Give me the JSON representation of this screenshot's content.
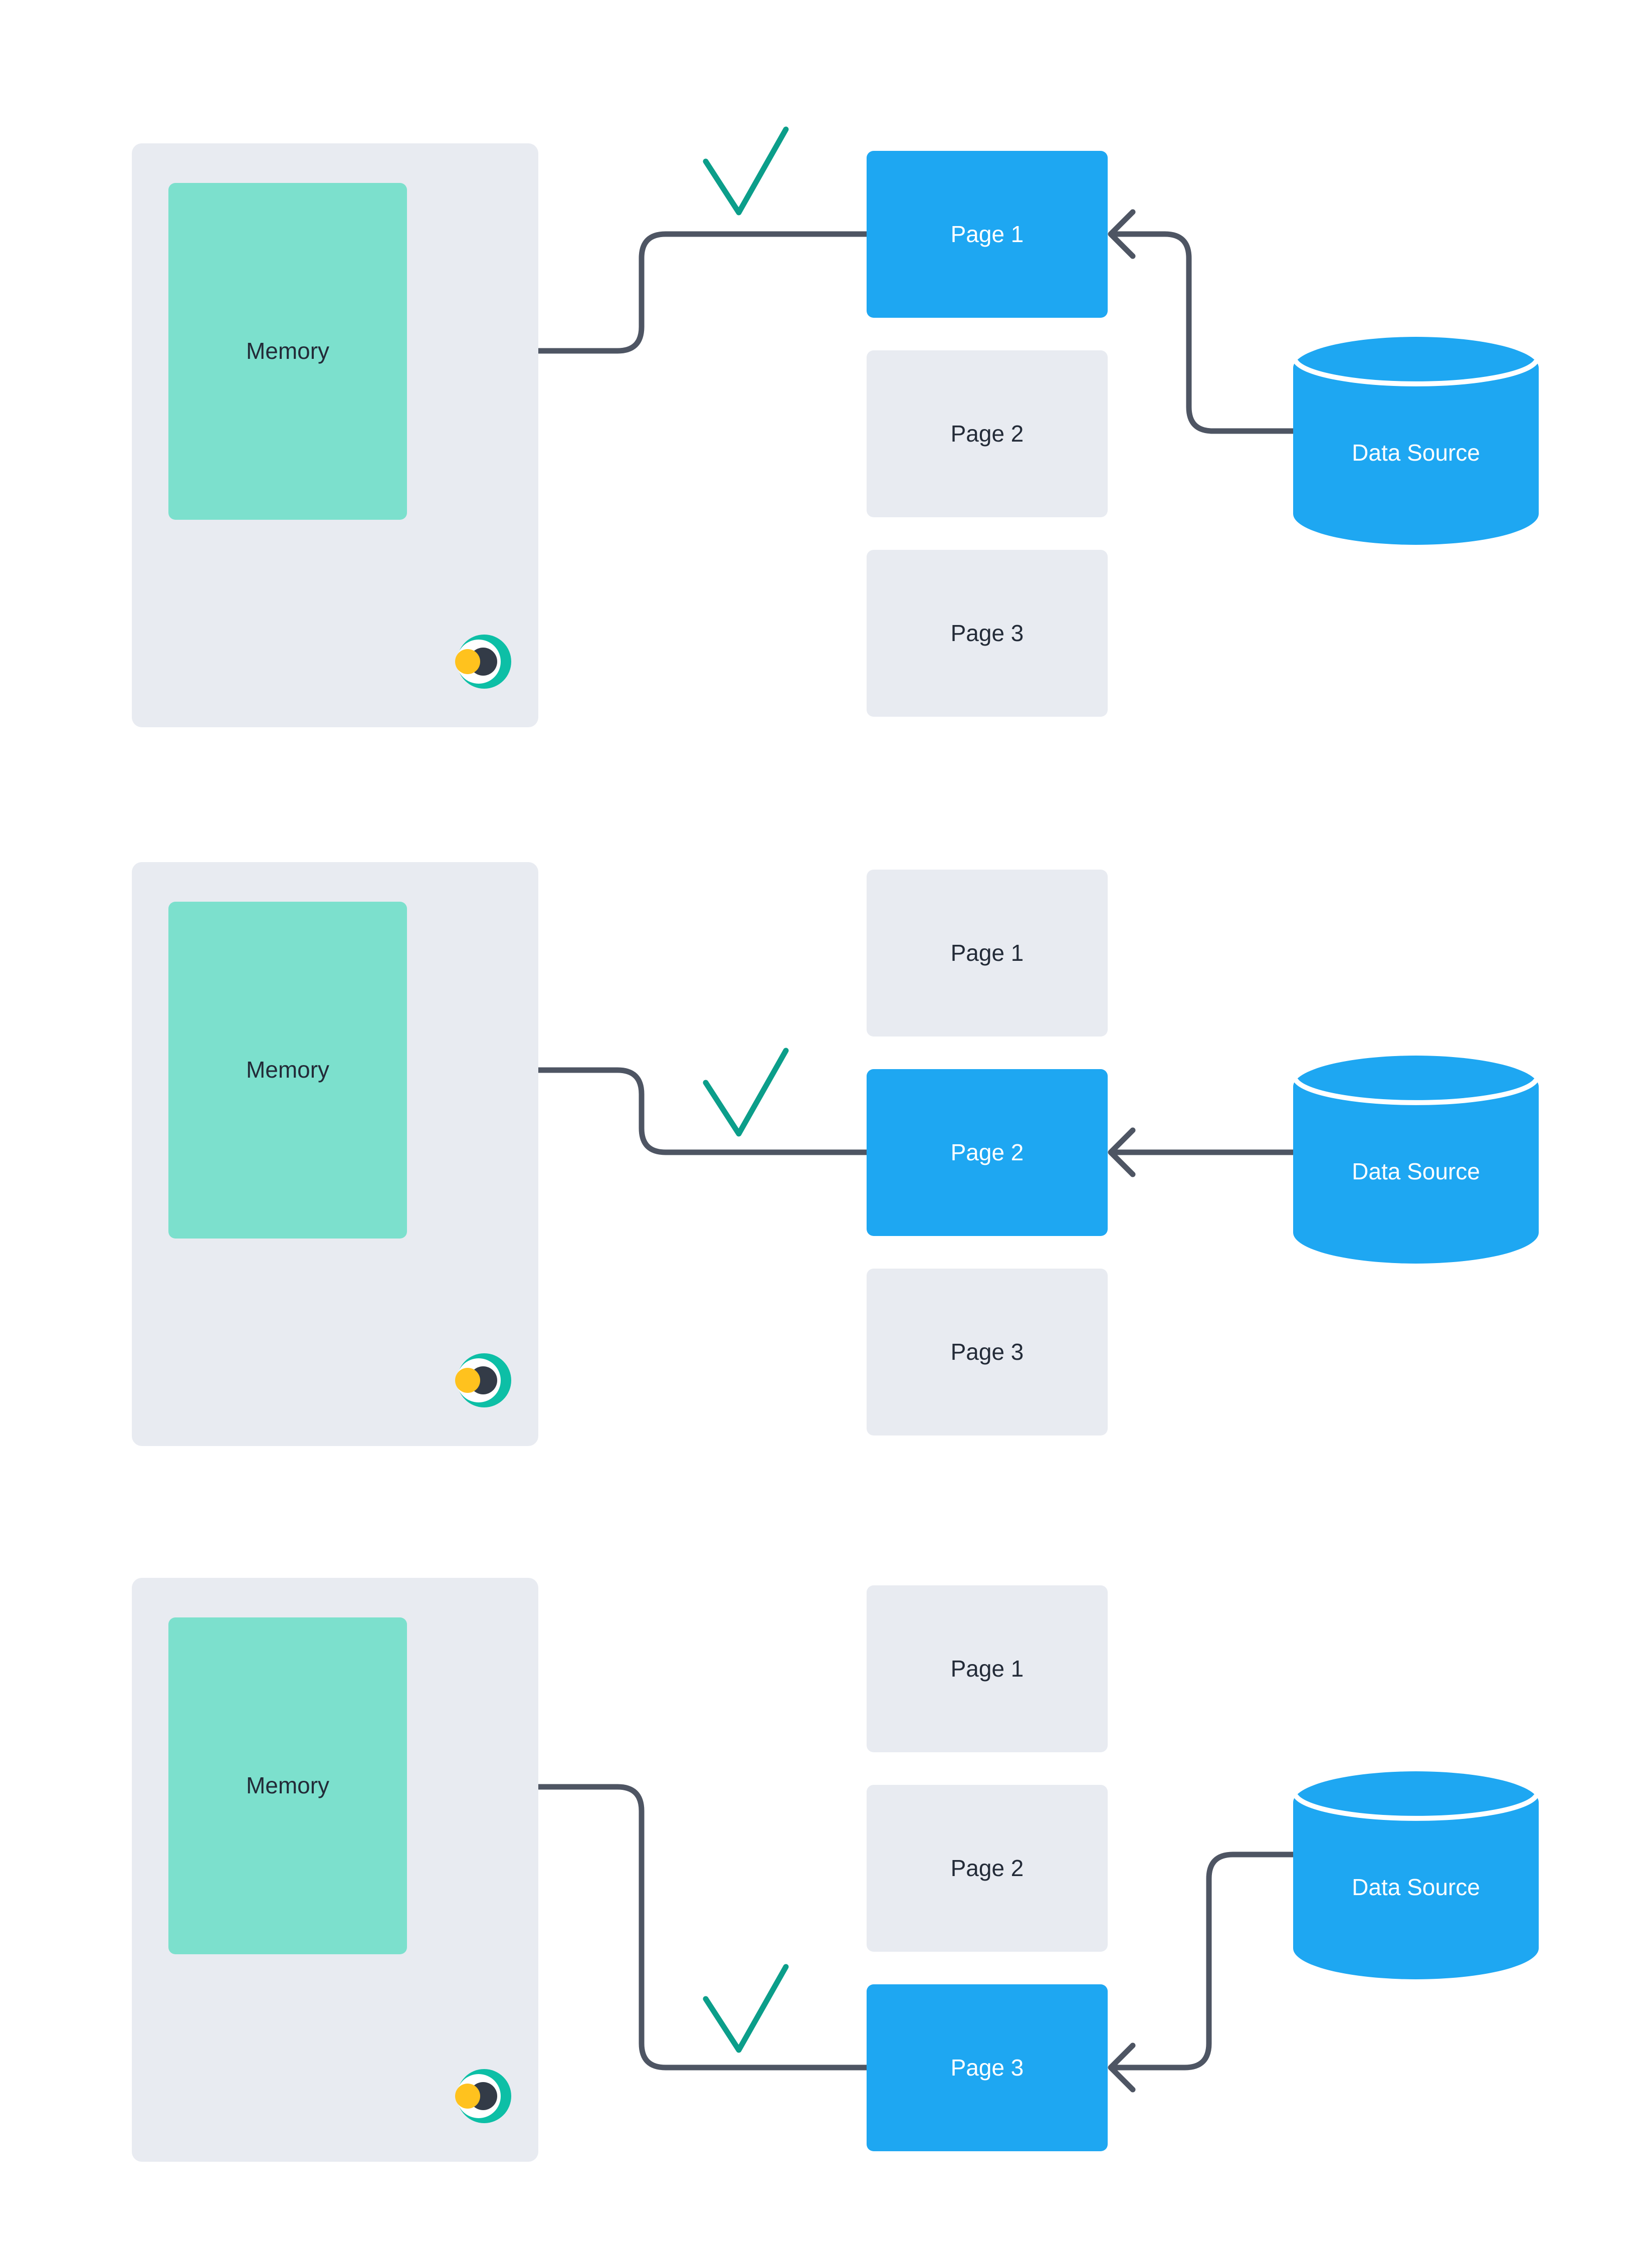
{
  "colors": {
    "canvas-bg": "#FFFFFF",
    "panel-bg": "#E8EBF1",
    "page-inactive-bg": "#E8EBF1",
    "page-active-bg": "#1EA7F2",
    "datasource-bg": "#1EA7F2",
    "memory-box-bg": "#7CE0CD",
    "connector": "#4E5563",
    "checkmark": "#0B9E8A",
    "text-dark": "#232B38",
    "text-light": "#FFFFFF",
    "logo-teal": "#0DBFA6",
    "logo-dark": "#333B47",
    "logo-yellow": "#FFC21E"
  },
  "icons": {
    "checkmark-icon": "✓",
    "arrowhead-icon": "←",
    "logo-icon": "eclipse-moon"
  },
  "rows": [
    {
      "step": 1,
      "memory": {
        "label": "Memory"
      },
      "pages": [
        {
          "label": "Page 1",
          "active": true,
          "checked": true
        },
        {
          "label": "Page 2",
          "active": false,
          "checked": false
        },
        {
          "label": "Page 3",
          "active": false,
          "checked": false
        }
      ],
      "datasource": {
        "label": "Data Source"
      }
    },
    {
      "step": 2,
      "memory": {
        "label": "Memory"
      },
      "pages": [
        {
          "label": "Page 1",
          "active": false,
          "checked": false
        },
        {
          "label": "Page 2",
          "active": true,
          "checked": true
        },
        {
          "label": "Page 3",
          "active": false,
          "checked": false
        }
      ],
      "datasource": {
        "label": "Data Source"
      }
    },
    {
      "step": 3,
      "memory": {
        "label": "Memory"
      },
      "pages": [
        {
          "label": "Page 1",
          "active": false,
          "checked": false
        },
        {
          "label": "Page 2",
          "active": false,
          "checked": false
        },
        {
          "label": "Page 3",
          "active": true,
          "checked": true
        }
      ],
      "datasource": {
        "label": "Data Source"
      }
    }
  ]
}
